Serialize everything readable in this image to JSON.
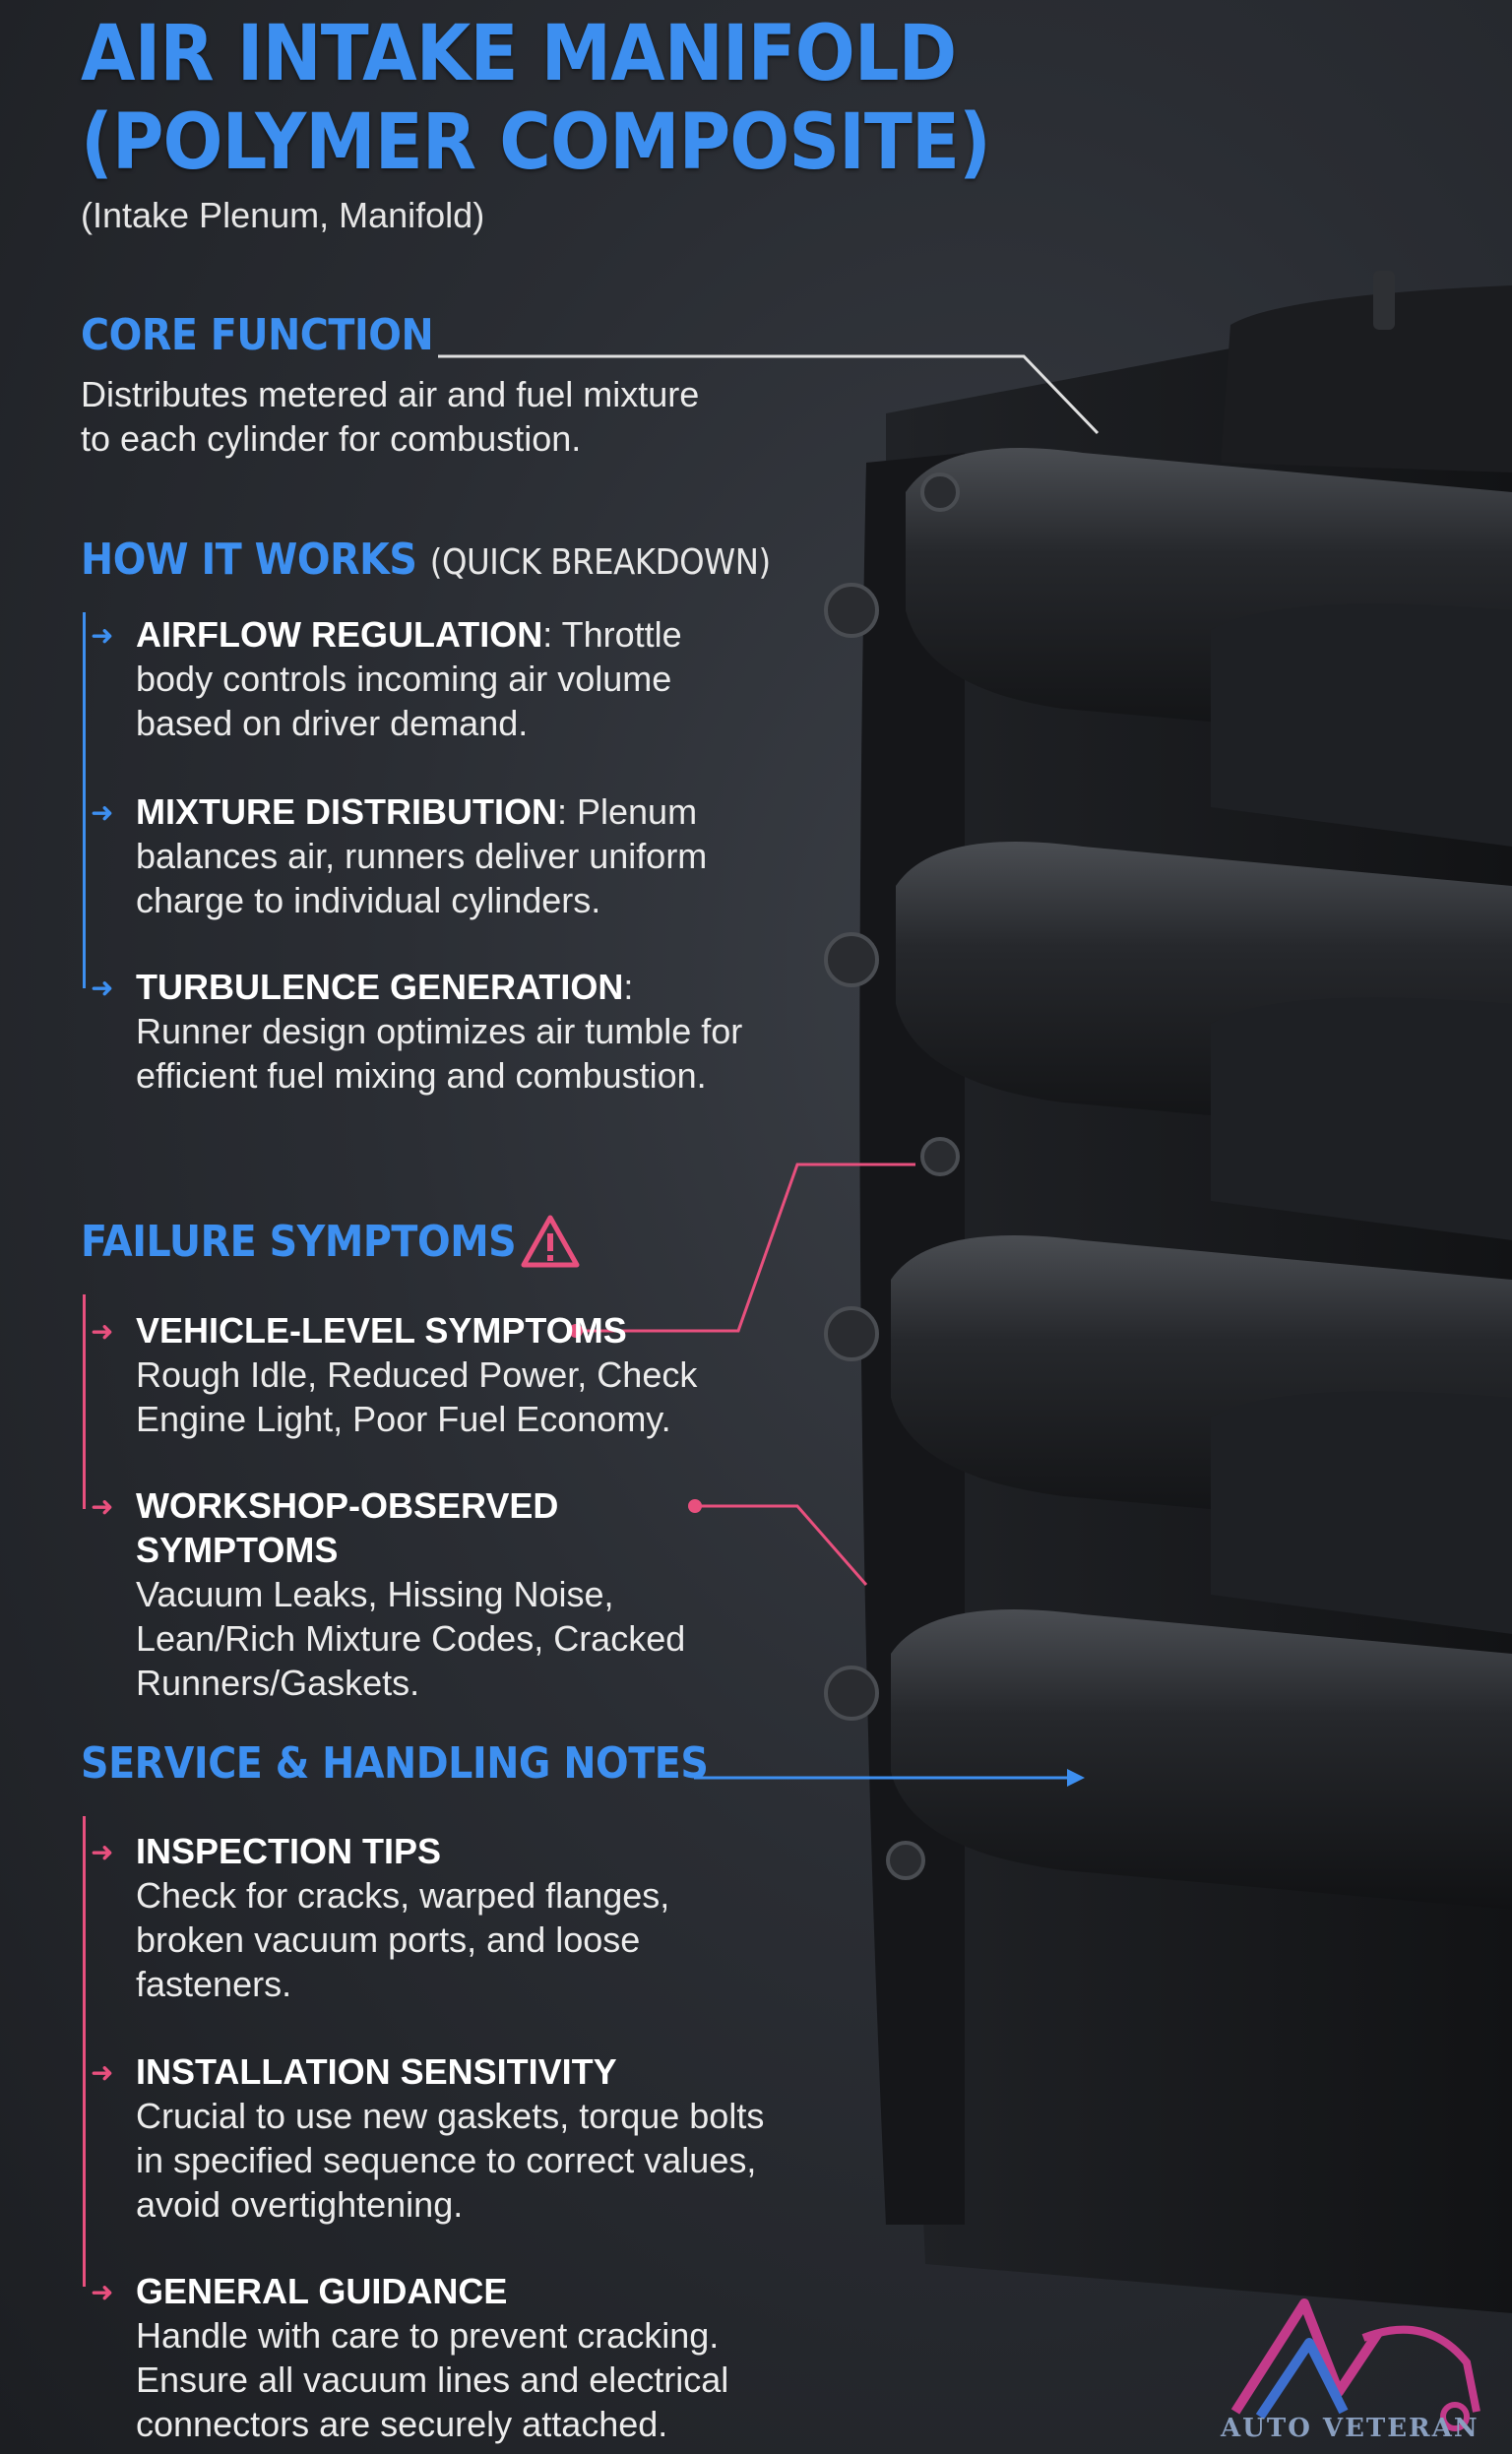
{
  "title_line1": "AIR INTAKE MANIFOLD",
  "title_line2": "(POLYMER COMPOSITE)",
  "subtitle": "(Intake Plenum, Manifold)",
  "core_function": {
    "heading": "CORE FUNCTION",
    "text_line1": "Distributes metered air and fuel mixture",
    "text_line2": "to each cylinder for combustion."
  },
  "how_it_works": {
    "heading": "HOW IT WORKS",
    "heading_tail": "(QUICK BREAKDOWN)",
    "items": [
      {
        "title": "AIRFLOW REGULATION",
        "text": ": Throttle body controls incoming air volume based on driver demand."
      },
      {
        "title": "MIXTURE DISTRIBUTION",
        "text": ": Plenum balances air, runners deliver uniform charge to individual cylinders."
      },
      {
        "title": "TURBULENCE GENERATION",
        "text": ": Runner design optimizes air tumble for efficient fuel mixing and combustion."
      }
    ]
  },
  "failure_symptoms": {
    "heading": "FAILURE SYMPTOMS",
    "items": [
      {
        "title": "VEHICLE-LEVEL SYMPTOMS",
        "text": "Rough Idle, Reduced Power, Check Engine Light, Poor Fuel Economy."
      },
      {
        "title": "WORKSHOP-OBSERVED SYMPTOMS",
        "text": "Vacuum Leaks, Hissing Noise, Lean/Rich Mixture Codes, Cracked Runners/Gaskets."
      }
    ]
  },
  "service_notes": {
    "heading": "SERVICE & HANDLING NOTES",
    "items": [
      {
        "title": "INSPECTION TIPS",
        "text": "Check for cracks, warped flanges, broken vacuum ports, and loose fasteners."
      },
      {
        "title": "INSTALLATION SENSITIVITY",
        "text": "Crucial to use new gaskets, torque bolts in specified sequence to correct values, avoid overtightening."
      },
      {
        "title": "GENERAL GUIDANCE",
        "text": "Handle with care to prevent cracking. Ensure all vacuum lines and electrical connectors are securely attached."
      }
    ]
  },
  "logo": {
    "text": "AUTO VETERAN"
  },
  "colors": {
    "accent_blue": "#3d8ff0",
    "accent_pink": "#e8507e",
    "background": "#2a2d33"
  }
}
